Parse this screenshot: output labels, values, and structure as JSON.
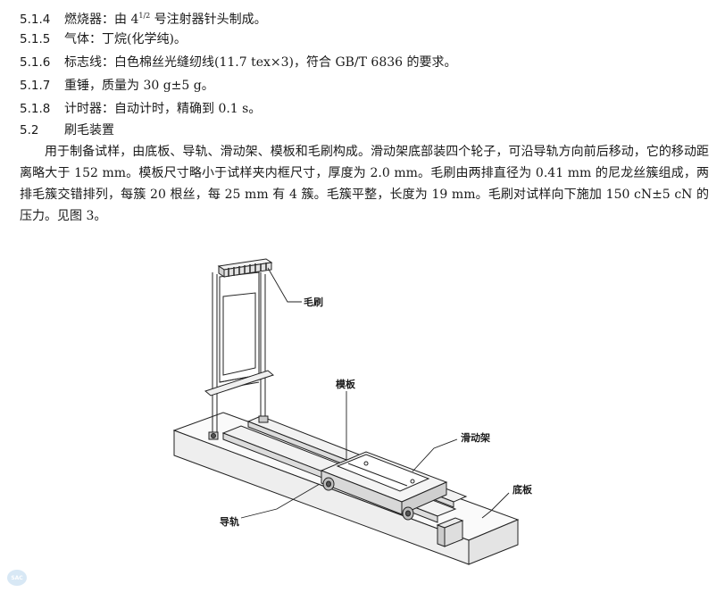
{
  "clauses": [
    {
      "num": "5.1.4",
      "pre": "燃烧器：由 4",
      "sup": "1/2",
      "post": " 号注射器针头制成。"
    },
    {
      "num": "5.1.5",
      "text": "气体：丁烷(化学纯)。"
    },
    {
      "num": "5.1.6",
      "text": "标志线：白色棉丝光缝纫线(11.7 tex×3)，符合 GB/T 6836 的要求。"
    },
    {
      "num": "5.1.7",
      "text": "重锤，质量为 30 g±5 g。"
    },
    {
      "num": "5.1.8",
      "text": "计时器：自动计时，精确到 0.1 s。"
    },
    {
      "num": "5.2",
      "text": "刷毛装置"
    }
  ],
  "paragraph": "用于制备试样，由底板、导轨、滑动架、模板和毛刷构成。滑动架底部装四个轮子，可沿导轨方向前后移动，它的移动距离略大于 152 mm。模板尺寸略小于试样夹内框尺寸，厚度为 2.0 mm。毛刷由两排直径为 0.41 mm 的尼龙丝簇组成，两排毛簇交错排列，每簇 20 根丝，每 25 mm 有 4 簇。毛簇平整，长度为 19 mm。毛刷对试样向下施加 150 cN±5 cN 的压力。见图 3。",
  "figure": {
    "labels": {
      "brush": "毛刷",
      "template": "模板",
      "carriage": "滑动架",
      "base": "底板",
      "rail": "导轨"
    }
  },
  "logo_text": "SAC"
}
